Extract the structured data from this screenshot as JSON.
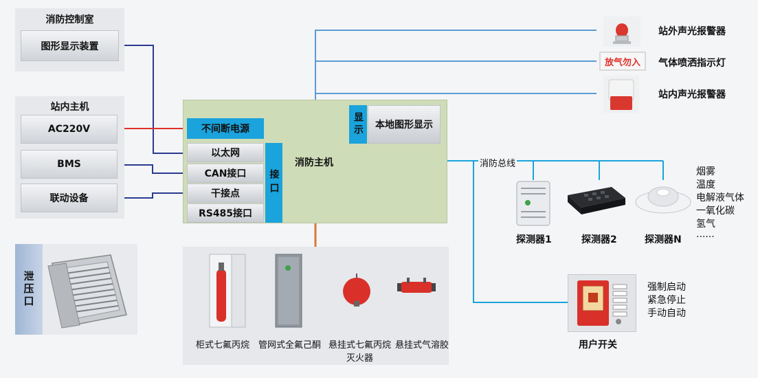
{
  "control_room": {
    "title": "消防控制室",
    "graphic_display": "图形显示装置"
  },
  "station_host": {
    "title": "站内主机",
    "items": [
      "AC220V",
      "BMS",
      "联动设备"
    ]
  },
  "relief_port": {
    "label": "泄压口"
  },
  "fire_host": {
    "title": "消防主机",
    "ups": "不间断电源",
    "interfaces": [
      "以太网",
      "CAN接口",
      "干接点",
      "RS485接口"
    ],
    "interface_tag": "接口",
    "display_tag": "显示",
    "local_display": "本地图形显示"
  },
  "outputs": {
    "outdoor_alarm": "站外声光报警器",
    "spray_indicator": "气体喷洒指示灯",
    "indicator_text": "放气勿入",
    "indoor_alarm": "站内声光报警器"
  },
  "fire_bus": {
    "label": "消防总线"
  },
  "detectors": {
    "names": [
      "探测器1",
      "探测器2",
      "探测器N"
    ],
    "types": [
      "烟雾",
      "温度",
      "电解液气体",
      "一氧化碳",
      "氢气",
      "······"
    ]
  },
  "user_switch": {
    "label": "用户开关",
    "functions": [
      "强制启动",
      "紧急停止",
      "手动自动"
    ]
  },
  "extinguishers": {
    "items": [
      "柜式七氟丙烷",
      "管网式全氟己酮",
      "悬挂式七氟丙烷",
      "悬挂式气溶胶"
    ],
    "item3_line2": "灭火器"
  },
  "colors": {
    "accent_blue": "#1aa3dc",
    "line_blue": "#5b9bd5",
    "power_red": "#e0302a",
    "dark_blue": "#2a3b8f",
    "host_green": "#cfdcb8",
    "bus_orange": "#d9773a"
  }
}
